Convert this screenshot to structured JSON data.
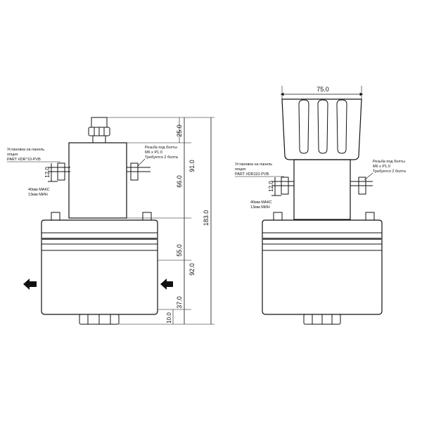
{
  "left_view": {
    "dims": {
      "d25": "25.0",
      "d91": "91.0",
      "d66": "66.0",
      "d183": "183.0",
      "d55": "55.0",
      "d92": "92.0",
      "d37": "37.0",
      "d10": "10.0",
      "d12": "12.0"
    },
    "panel_note": {
      "line1": "Установка на панель",
      "line2": "опция",
      "line3": "PART #DR°10-PVB"
    },
    "bolt_note": {
      "line1": "Резьба под болты",
      "line2": "M6 x P1.0",
      "line3": "Требуется 2 болта"
    },
    "max_note": {
      "line1": "40мм МАКС",
      "line2": "13мм МИН"
    }
  },
  "right_view": {
    "dims": {
      "d75": "75.0",
      "d12": "12.0"
    },
    "panel_note": {
      "line1": "Установка на панель",
      "line2": "опция",
      "line3": "PART #DR110-PVB"
    },
    "bolt_note": {
      "line1": "Резьба под болты",
      "line2": "M6 x P1.0",
      "line3": "Требуется 2 болта"
    },
    "max_note": {
      "line1": "40мм МАКС",
      "line2": "13мм МИН"
    }
  },
  "colors": {
    "line": "#111111",
    "body_fill": "#ffffff",
    "band_fill": "#555555",
    "arrow_fill": "#111111"
  }
}
